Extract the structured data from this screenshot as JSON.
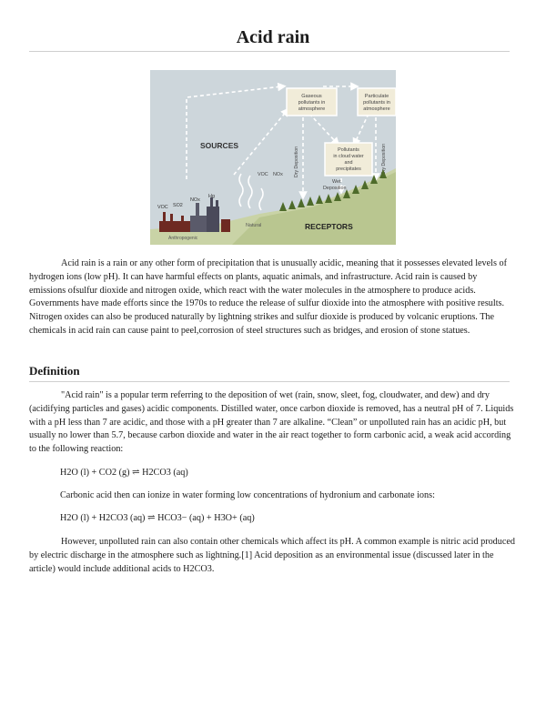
{
  "document": {
    "title": "Acid rain",
    "intro": "Acid rain is a rain or any other form of precipitation that is unusually acidic, meaning that it possesses elevated levels of hydrogen ions (low pH). It can have harmful effects on plants, aquatic animals, and infrastructure. Acid rain is caused by emissions ofsulfur dioxide and nitrogen oxide, which react with the water molecules in the atmosphere to produce acids. Governments have made efforts since the 1970s to reduce the release of sulfur dioxide into the atmosphere with positive results. Nitrogen oxides can also be produced naturally by lightning strikes and sulfur dioxide is produced by volcanic eruptions. The chemicals in acid rain can cause paint to peel,corrosion of steel structures such as bridges, and erosion of stone statues.",
    "definition_heading": "Definition",
    "definition_para": "\"Acid rain\" is a popular term referring to the deposition of wet (rain, snow, sleet, fog, cloudwater, and dew) and dry (acidifying particles and gases) acidic components. Distilled water, once carbon dioxide is removed, has a neutral pH of 7. Liquids with a pH less than 7 are acidic, and those with a pH greater than 7 are alkaline. “Clean” or unpolluted rain has an acidic pH, but usually no lower than 5.7, because carbon dioxide and water in the air react together to form carbonic acid, a weak acid according to the following reaction:",
    "equation1": "H2O (l) + CO2 (g) ⇌ H2CO3 (aq)",
    "carbonic_para": "Carbonic acid then can ionize in water forming low concentrations of hydronium and carbonate ions:",
    "equation2": "H2O (l) + H2CO3 (aq) ⇌ HCO3− (aq) + H3O+ (aq)",
    "final_para": "However, unpolluted rain can also contain other chemicals which affect its pH. A common example is nitric acid produced by electric discharge in the atmosphere such as lightning.[1] Acid deposition as an environmental issue (discussed later in the article) would include additional acids to H2CO3."
  },
  "figure": {
    "label_sources": "SOURCES",
    "label_receptors": "RECEPTORS",
    "box_gaseous": [
      "Gaseous",
      "pollutants in",
      "atmosphere"
    ],
    "box_particulate": [
      "Particulate",
      "pollutants in",
      "atmosphere"
    ],
    "box_cloud": [
      "Pollutants",
      "in cloud water",
      "and",
      "precipitates"
    ],
    "label_dry1": "Dry Deposition",
    "label_dry2": "Dry Deposition",
    "label_wet": [
      "Wet",
      "Deposition"
    ],
    "label_voc_top": "VOC",
    "label_nox_top": "NOx",
    "label_voc": "VOC",
    "label_so2": "SO2",
    "label_nox": "NOx",
    "label_hg": "Hg",
    "label_anthropogenic": "Anthropogenic",
    "label_natural": "Natural"
  }
}
